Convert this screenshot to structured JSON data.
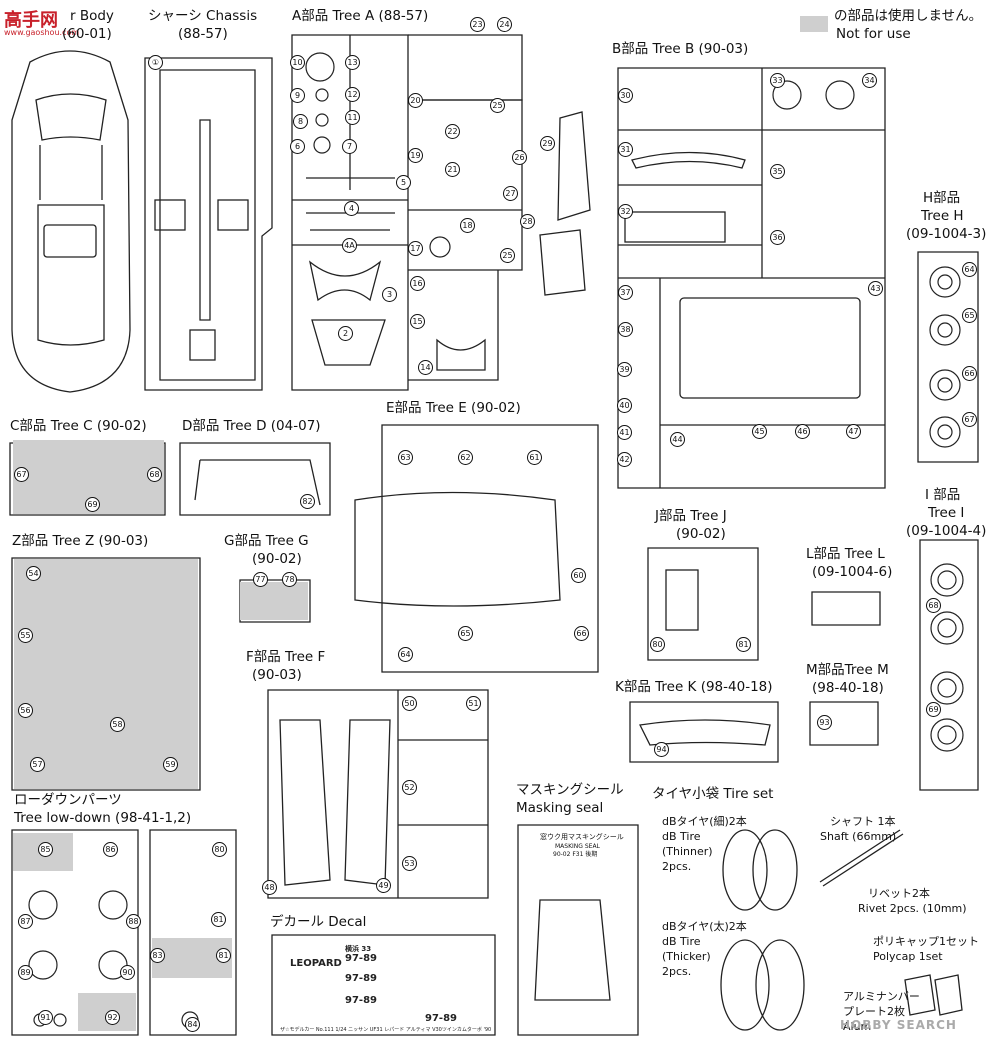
{
  "watermark": {
    "logo": "高手网",
    "url": "www.gaoshou.com"
  },
  "legend": {
    "text_jp": "の部品は使用しません。",
    "text_en": "Not for use"
  },
  "trees": {
    "body": {
      "title": "r Body",
      "code": "(60-01)"
    },
    "chassis": {
      "title": "シャーシ Chassis",
      "code": "(88-57)"
    },
    "a": {
      "title": "A部品 Tree A (88-57)"
    },
    "b": {
      "title": "B部品 Tree B (90-03)"
    },
    "h": {
      "title": "H部品",
      "sub": "Tree H",
      "code": "(09-1004-3)"
    },
    "c": {
      "title": "C部品 Tree C (90-02)"
    },
    "d": {
      "title": "D部品 Tree D (04-07)"
    },
    "e": {
      "title": "E部品 Tree E (90-02)"
    },
    "i": {
      "title": "I 部品",
      "sub": "Tree I",
      "code": "(09-1004-4)"
    },
    "z": {
      "title": "Z部品 Tree Z (90-03)"
    },
    "g": {
      "title": "G部品 Tree G",
      "code": "(90-02)"
    },
    "j": {
      "title": "J部品 Tree J",
      "code": "(90-02)"
    },
    "l": {
      "title": "L部品 Tree L",
      "code": "(09-1004-6)"
    },
    "f": {
      "title": "F部品 Tree F",
      "code": "(90-03)"
    },
    "k": {
      "title": "K部品 Tree K (98-40-18)"
    },
    "m": {
      "title": "M部品Tree M",
      "code": "(98-40-18)"
    },
    "lowdown": {
      "title": "ローダウンパーツ",
      "sub": "Tree low-down (98-41-1,2)"
    },
    "masking": {
      "title": "マスキングシール",
      "sub": "Masking seal",
      "sheet_title": "窓ウク用マスキングシール",
      "sheet_sub": "MASKING SEAL",
      "sheet_code": "90-02 F31 後期"
    },
    "tires": {
      "title": "タイヤ小袋 Tire set"
    },
    "decal": {
      "title": "デカール Decal"
    }
  },
  "tire_set": {
    "thin_jp": "dBタイヤ(細)2本",
    "thin_en1": "dB Tire",
    "thin_en2": "(Thinner)",
    "thin_en3": "2pcs.",
    "thick_jp": "dBタイヤ(太)2本",
    "thick_en1": "dB Tire",
    "thick_en2": "(Thicker)",
    "thick_en3": "2pcs.",
    "shaft_jp": "シャフト 1本",
    "shaft_en": "Shaft (66mm)",
    "rivet_jp": "リベット2本",
    "rivet_en": "Rivet 2pcs. (10mm)",
    "polycap_jp": "ポリキャップ1セット",
    "polycap_en": "Polycap 1set",
    "plate_jp1": "アルミナンバー",
    "plate_jp2": "プレート2枚",
    "plate_en": "Alum"
  },
  "decal_sheet": {
    "brand": "LEOPARD",
    "plate1": "97-89",
    "plate2": "97-89",
    "plate3": "97-89",
    "plate4": "97-89",
    "plate_region": "横浜 33",
    "footer": "ザ☆モデルカー No.111 1/24 ニッサン UF31 レパード アルティマ V30ツインカムターボ '90"
  },
  "footer_mark": "HOBBY SEARCH",
  "numbers": {
    "n1": "①",
    "n2": "2",
    "n3": "3",
    "n4": "4",
    "n4a": "4A",
    "n5": "5",
    "n6": "6",
    "n7": "7",
    "n8": "8",
    "n9": "9",
    "n10": "10",
    "n11": "11",
    "n12": "12",
    "n13": "13",
    "n14": "14",
    "n15": "15",
    "n16": "16",
    "n17": "17",
    "n18": "18",
    "n19": "19",
    "n20": "20",
    "n21": "21",
    "n22": "22",
    "n23": "23",
    "n24": "24",
    "n25": "25",
    "n25b": "25",
    "n26": "26",
    "n27": "27",
    "n28": "28",
    "n29": "29",
    "n30": "30",
    "n31": "31",
    "n32": "32",
    "n33": "33",
    "n34": "34",
    "n35": "35",
    "n36": "36",
    "n37": "37",
    "n38": "38",
    "n39": "39",
    "n40": "40",
    "n41": "41",
    "n42": "42",
    "n43": "43",
    "n44": "44",
    "n45": "45",
    "n46": "46",
    "n47": "47",
    "n48": "48",
    "n49": "49",
    "n50": "50",
    "n51": "51",
    "n52": "52",
    "n53": "53",
    "n54": "54",
    "n55": "55",
    "n56": "56",
    "n57": "57",
    "n58": "58",
    "n59": "59",
    "n60": "60",
    "n61": "61",
    "n62": "62",
    "n63": "63",
    "n64": "64",
    "n64b": "64",
    "n65": "65",
    "n65b": "65",
    "n66": "66",
    "n66b": "66",
    "n67": "67",
    "n67b": "67",
    "n68": "68",
    "n68b": "68",
    "n69": "69",
    "n69b": "69",
    "n77": "77",
    "n78": "78",
    "n80": "80",
    "n80b": "80",
    "n81": "81",
    "n81b": "81",
    "n81c": "81",
    "n82": "82",
    "n83": "83",
    "n84": "84",
    "n85": "85",
    "n86": "86",
    "n87": "87",
    "n88": "88",
    "n89": "89",
    "n90": "90",
    "n91": "91",
    "n92": "92",
    "n93": "93",
    "n94": "94"
  }
}
